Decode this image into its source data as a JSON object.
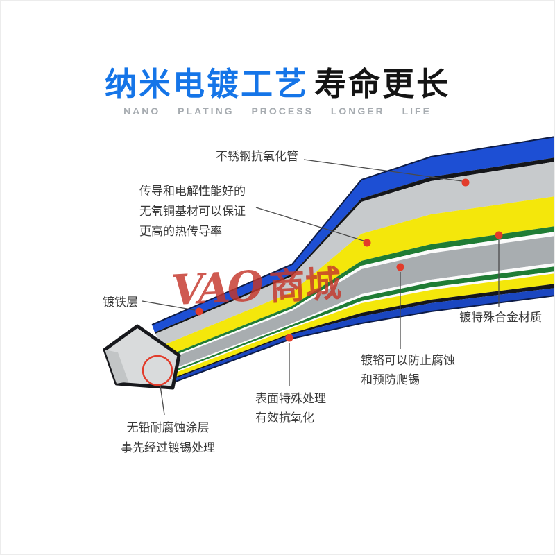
{
  "title": {
    "blue_part": "纳米电镀工艺",
    "black_part": "寿命更长"
  },
  "subtitle": "NANO PLATING PROCESS LONGER LIFE",
  "watermark": {
    "latin": "VAO",
    "cjk": "商城"
  },
  "annotations": {
    "stainless_tube": {
      "lines": [
        "不锈钢抗氧化管"
      ]
    },
    "copper_base": {
      "lines": [
        "传导和电解性能好的",
        "无氧铜基材可以保证",
        "更高的热传导率"
      ]
    },
    "iron_plating": {
      "lines": [
        "镀铁层"
      ]
    },
    "special_alloy": {
      "lines": [
        "镀特殊合金材质"
      ]
    },
    "chrome_plating": {
      "lines": [
        "镀铬可以防止腐蚀",
        "和预防爬锡"
      ]
    },
    "surface_treatment": {
      "lines": [
        "表面特殊处理",
        "有效抗氧化"
      ]
    },
    "lead_free_coating": {
      "lines": [
        "无铅耐腐蚀涂层",
        "事先经过镀锡处理"
      ]
    }
  },
  "colors": {
    "title_blue": "#1575e8",
    "title_black": "#141414",
    "subtitle_gray": "#a6abb0",
    "watermark_red": "#c5372b",
    "label_text": "#3a3a3a",
    "blue_outer": "#1d4fd4",
    "blue_outer_bottom": "#1a46c0",
    "black_line": "#15161a",
    "steel_gray": "#c7cacc",
    "copper_yellow": "#f4e70b",
    "green_layer": "#1f7c35",
    "white_layer": "#fbfbfb",
    "core_gray": "#a8adb0",
    "tip_gray": "#d9dbdc",
    "tip_shade": "#c2c5c6",
    "outline_navy": "#0e1c46",
    "red_marker": "#e23c2b",
    "leader_line": "#4a4a4a"
  }
}
